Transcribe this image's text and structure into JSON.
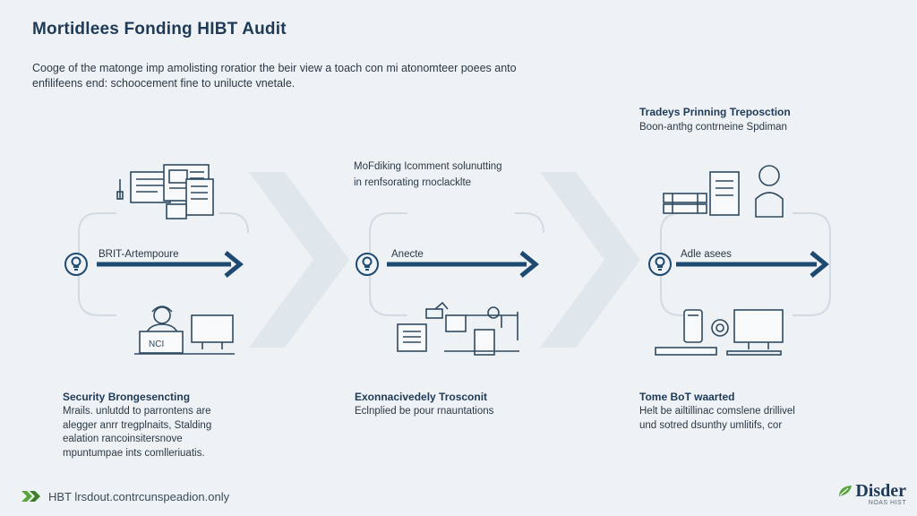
{
  "title": "Mortidlees Fonding HIBT  Audit",
  "intro": {
    "line1": "Cooge of the matonge imp amolisting roratior the beir view a toach con mi atonomteer poees anto",
    "line2": "enfilifeens end: schoocement fine to unilucte vnetale."
  },
  "top_right": {
    "heading": "Tradeys Prinning Treposction",
    "sub": "Boon-anthg contrneine Spdiman"
  },
  "middle_top": {
    "line1": "MoFdiking Icomment solunutting",
    "line2": "in renfsorating rnoclacklte"
  },
  "stages": [
    {
      "arrow_label": "BRIT-Artempoure",
      "heading": "Security Brongesencting",
      "body": [
        "Mrails. unlutdd to parrontens are",
        "alegger anrr tregplnaits, Stalding",
        "ealation rancoinsitersnove",
        "mpuntumpae ints comlleriuatis."
      ]
    },
    {
      "arrow_label": "Anecte",
      "heading": "Exonnacivedely Trosconit",
      "body": [
        "Eclnplied be pour rnauntations"
      ]
    },
    {
      "arrow_label": "Adle asees",
      "heading": "Tome BoT waarted",
      "body": [
        "Helt be ailtillinac comslene drillivel",
        "und sotred dsunthy umlitifs, cor"
      ]
    }
  ],
  "footer": {
    "text": "HBT lrsdout.contrcunspeadion.only"
  },
  "brand": {
    "name": "Disder",
    "tag": "NOAS HIST"
  },
  "colors": {
    "accent": "#1e4a72",
    "outline": "#2f4a62",
    "chevron": "#dfe6ec",
    "loop": "#d5dde4",
    "brand_green": "#5aa53a"
  }
}
